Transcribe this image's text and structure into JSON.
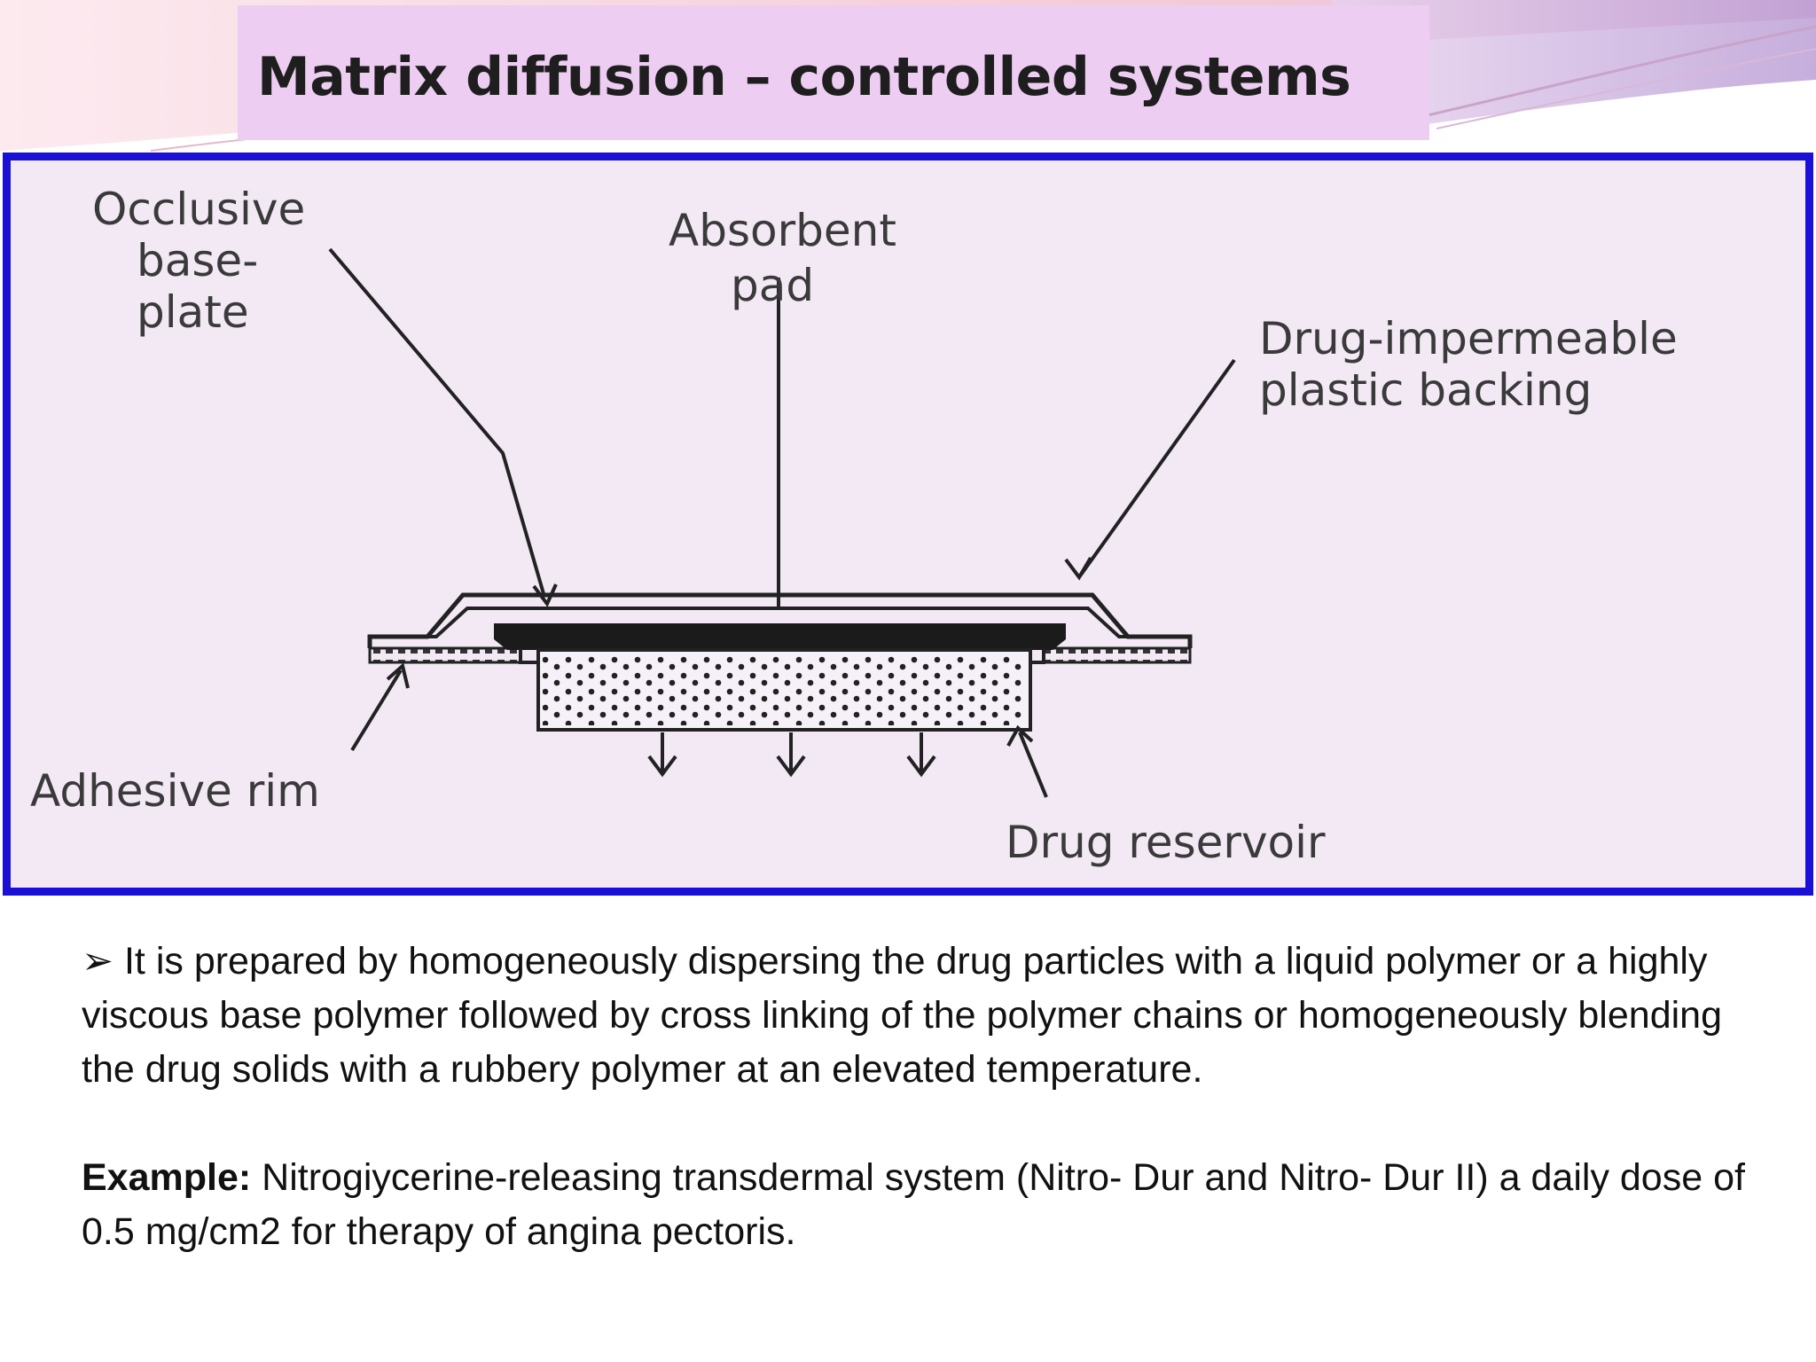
{
  "colors": {
    "title_bg": "#eecdf2",
    "frame_border": "#1a10d6",
    "figure_bg": "#f2e9f5",
    "deco_pink": "#f3c1cf",
    "deco_purple": "#b79ad3"
  },
  "slide": {
    "title": "Matrix diffusion – controlled systems"
  },
  "figure": {
    "labels": {
      "occlusive_line1": "Occlusive",
      "occlusive_line2": "base-",
      "occlusive_line3": "plate",
      "absorbent_line1": "Absorbent",
      "absorbent_line2": "pad",
      "backing_line1": "Drug-impermeable",
      "backing_line2": "plastic backing",
      "adhesive_rim": "Adhesive rim",
      "drug_reservoir": "Drug reservoir"
    }
  },
  "body": {
    "bullet_symbol": "➢",
    "paragraph1": "It is prepared by homogeneously dispersing  the drug particles with a liquid polymer or  a highly viscous base polymer  followed by cross linking of  the polymer chains or homogeneously blending the drug solids with a rubbery  polymer  at an elevated temperature.",
    "example_label": "Example:",
    "example_text": "Nitrogiycerine-releasing  transdermal system  (Nitro- Dur  and Nitro- Dur II) a daily dose of  0.5 mg/cm2 for therapy of angina pectoris."
  }
}
